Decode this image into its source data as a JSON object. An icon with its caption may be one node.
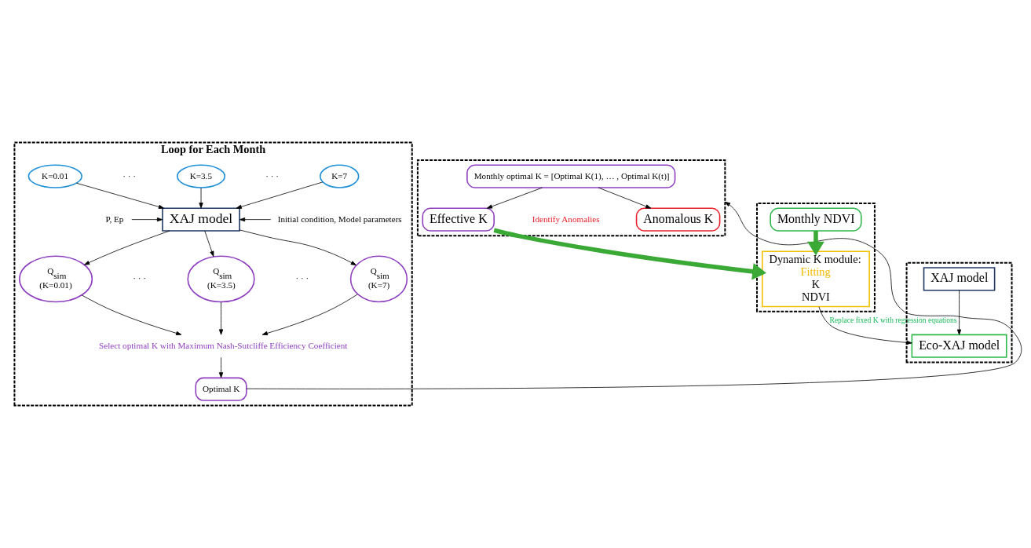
{
  "diagram": {
    "nodes": [
      {
        "text": [
          "Loop for Each Month"
        ]
      },
      {
        "text": [
          "K=0.01"
        ],
        "in": 0
      },
      {
        "text": [
          "K=3.5"
        ],
        "in": 0
      },
      {
        "text": [
          "K=7"
        ],
        "in": 0
      },
      {
        "text": [
          "P, Ep"
        ],
        "in": 0
      },
      {
        "text": [
          "XAJ model"
        ],
        "in": 0
      },
      {
        "text": [
          "Initial condition, Model parameters"
        ],
        "in": 0
      },
      {
        "text": [
          "Q$_{sim}$ (K=0.01)"
        ],
        "in": 0
      },
      {
        "text": [
          "Q$_{sim}$ (K=3.5)"
        ],
        "in": 0
      },
      {
        "text": [
          "Q$_{sim}$ (K=7)"
        ],
        "in": 0
      },
      {
        "text": [
          "Select optimal K with Maximum Nash-Sutcliffe Efficiency Coefficient"
        ],
        "in": 0
      },
      {
        "text": [
          "Optimal K"
        ],
        "in": 0
      },
      {
        "text": [],
        "shape": "box"
      },
      {
        "text": [
          "Monthly optimal K = [Optimal K(1), … , Optimal K(t)]"
        ],
        "in": 12
      },
      {
        "text": [
          "Effective K"
        ],
        "in": 12
      },
      {
        "text": [
          "Anomalous K"
        ],
        "in": 12
      },
      {
        "text": [],
        "shape": "box"
      },
      {
        "text": [
          "Dynamic K module:",
          "Fitting",
          "K",
          "NDVI"
        ],
        "in": 16
      },
      {
        "text": [
          "Monthly NDVI"
        ],
        "in": 16
      },
      {
        "text": [],
        "shape": "box"
      },
      {
        "text": [
          "XAJ model"
        ],
        "in": 19
      },
      {
        "text": [
          "Eco-XAJ model"
        ],
        "in": 19
      }
    ],
    "edges": [
      {
        "from": 1,
        "to": 5,
        "arrow": "to"
      },
      {
        "from": 2,
        "to": 5,
        "arrow": "to"
      },
      {
        "from": 3,
        "to": 5,
        "arrow": "to"
      },
      {
        "from": 4,
        "to": 5,
        "arrow": "to"
      },
      {
        "from": 6,
        "to": 5,
        "arrow": "to"
      },
      {
        "from": 5,
        "to": 7,
        "arrow": "to"
      },
      {
        "from": 5,
        "to": 8,
        "arrow": "to"
      },
      {
        "from": 5,
        "to": 9,
        "arrow": "to"
      },
      {
        "from": 7,
        "to": 10,
        "arrow": "to"
      },
      {
        "from": 8,
        "to": 10,
        "arrow": "to"
      },
      {
        "from": 9,
        "to": 10,
        "arrow": "to"
      },
      {
        "from": 10,
        "to": 11,
        "arrow": "to"
      },
      {
        "from": 11,
        "to": 12,
        "arrow": "to"
      },
      {
        "from": 13,
        "to": 14,
        "arrow": "to"
      },
      {
        "from": 13,
        "to": 15,
        "arrow": "to"
      },
      {
        "from": 14,
        "to": 17,
        "arrow": "to",
        "style": "thick",
        "color": "#3aa935"
      },
      {
        "from": 18,
        "to": 17,
        "arrow": "to",
        "style": "thick",
        "color": "#3aa935"
      },
      {
        "from": 17,
        "to": 21,
        "arrow": "to",
        "label": "Replace fixed K with regression equations"
      },
      {
        "from": 20,
        "to": 21,
        "arrow": "to"
      }
    ],
    "labels": [
      "· · ·",
      "· · ·",
      "Identify Anomalies",
      "· · ·",
      "· · ·"
    ]
  }
}
